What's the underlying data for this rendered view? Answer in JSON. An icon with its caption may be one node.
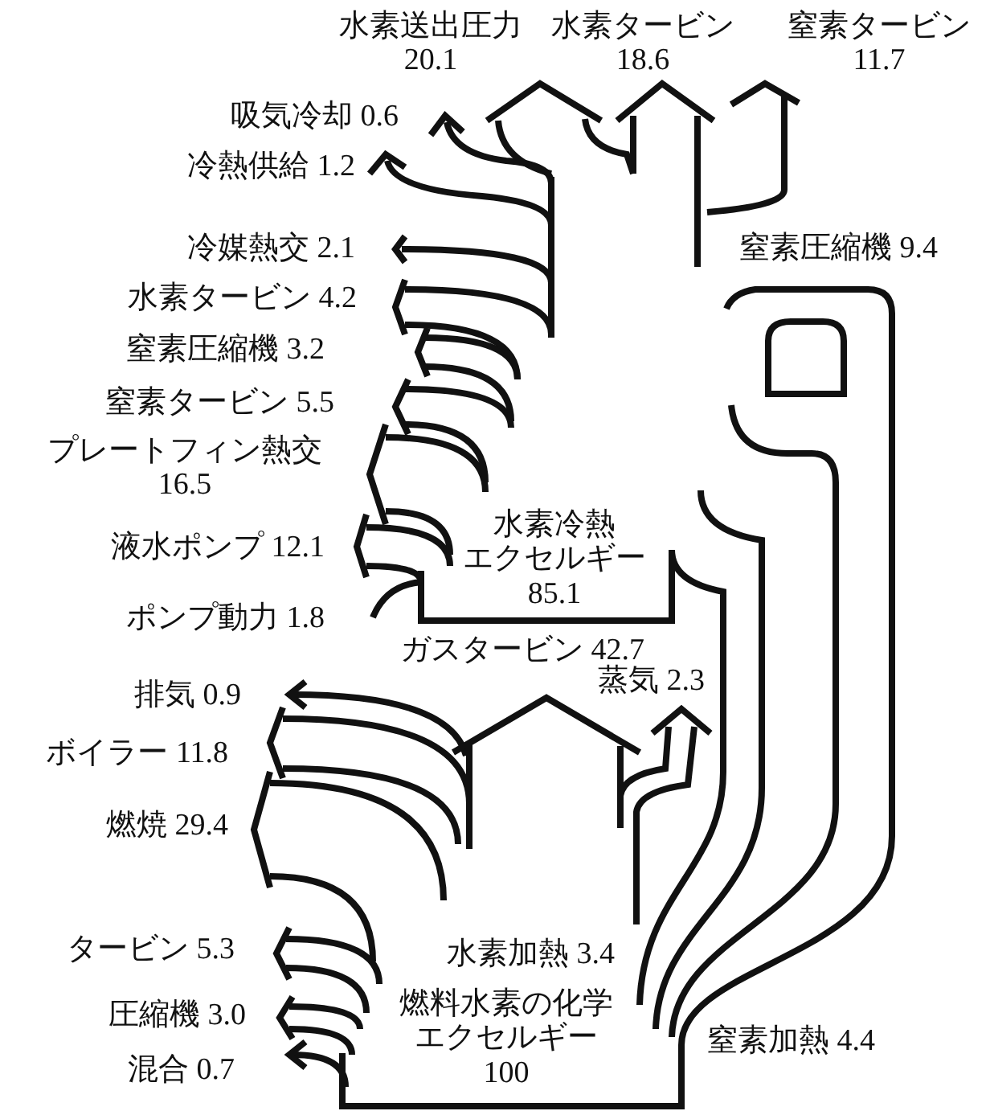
{
  "diagram": {
    "labels": [
      "水素送出圧力 20.1",
      "水素タービン 18.6",
      "窒素タービン 11.7",
      "吸気冷却 0.6",
      "冷熱供給 1.2",
      "冷媒熱交 2.1",
      "窒素圧縮機 9.4",
      "水素タービン 4.2",
      "窒素圧縮機 3.2",
      "窒素タービン 5.5",
      "プレートフィン熱交 16.5",
      "液水ポンプ 12.1",
      "水素冷熱エクセルギー 85.1",
      "ポンプ動力 1.8",
      "ガスタービン 42.7",
      "排気 0.9",
      "蒸気 2.3",
      "ボイラー 11.8",
      "燃焼 29.4",
      "タービン 5.3",
      "水素加熱 3.4",
      "圧縮機 3.0",
      "燃料水素の化学エクセルギー 100",
      "窒素加熱 4.4",
      "混合 0.7"
    ]
  }
}
